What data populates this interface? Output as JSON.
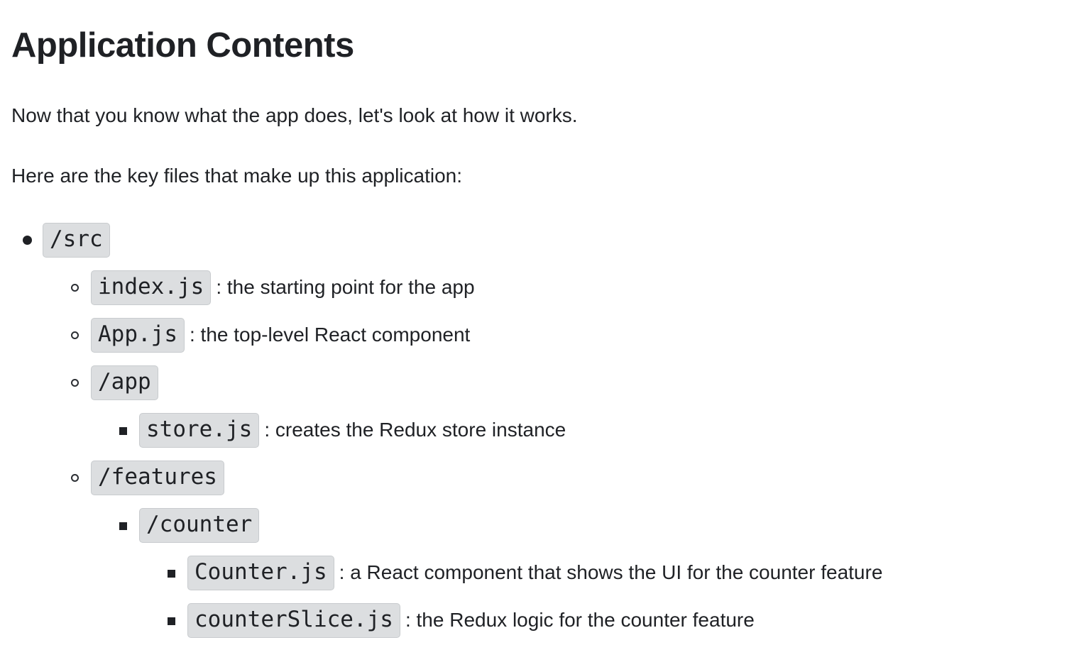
{
  "document": {
    "title": "Application Contents",
    "paragraphs": [
      "Now that you know what the app does, let's look at how it works.",
      "Here are the key files that make up this application:"
    ]
  },
  "file_tree": {
    "src": {
      "code": "/src",
      "desc": ""
    },
    "index_js": {
      "code": "index.js",
      "desc": ": the starting point for the app"
    },
    "app_js": {
      "code": "App.js",
      "desc": ": the top-level React component"
    },
    "app_dir": {
      "code": "/app",
      "desc": ""
    },
    "store_js": {
      "code": "store.js",
      "desc": ": creates the Redux store instance"
    },
    "features_dir": {
      "code": "/features",
      "desc": ""
    },
    "counter_dir": {
      "code": "/counter",
      "desc": ""
    },
    "counter_js": {
      "code": "Counter.js",
      "desc": ": a React component that shows the UI for the counter feature"
    },
    "counter_slice_js": {
      "code": "counterSlice.js",
      "desc": ": the Redux logic for the counter feature"
    }
  },
  "bullets": {
    "level_1": "disc-bullet",
    "level_2": "circle-bullet",
    "level_3": "square-bullet",
    "level_4": "square-bullet"
  },
  "colors": {
    "text": "#1f2125",
    "code_background": "#dcdee0",
    "code_border": "#c8cbce",
    "page_background": "#ffffff"
  }
}
